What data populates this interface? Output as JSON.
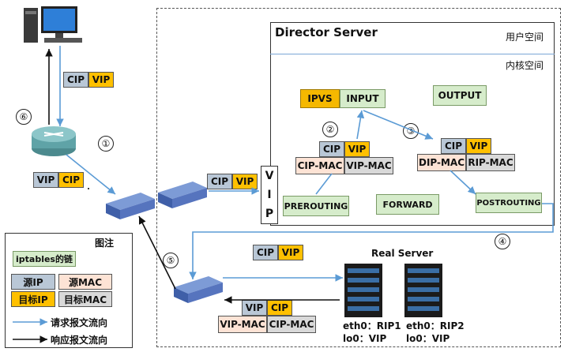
{
  "director": {
    "title": "Director Server",
    "user_space": "用户空间",
    "kernel_space": "内核空间"
  },
  "chains": {
    "ipvs": "IPVS",
    "input": "INPUT",
    "output": "OUTPUT",
    "prerouting": "PREROUTING",
    "forward": "FORWARD",
    "postrouting": "POSTROUTING"
  },
  "packets": {
    "client_reply": {
      "a": "CIP",
      "b": "VIP"
    },
    "router_request": {
      "a": "VIP",
      "b": "CIP"
    },
    "to_vip": {
      "a": "CIP",
      "b": "VIP"
    },
    "step2_ip": {
      "a": "CIP",
      "b": "VIP"
    },
    "step2_mac": {
      "a": "CIP-MAC",
      "b": "VIP-MAC"
    },
    "step3_ip": {
      "a": "CIP",
      "b": "VIP"
    },
    "step3_mac": {
      "a": "DIP-MAC",
      "b": "RIP-MAC"
    },
    "to_rs": {
      "a": "CIP",
      "b": "VIP"
    },
    "rs_reply_ip": {
      "a": "VIP",
      "b": "CIP"
    },
    "rs_reply_mac": {
      "a": "VIP-MAC",
      "b": "CIP-MAC"
    }
  },
  "vip_label": [
    "V",
    "I",
    "P"
  ],
  "steps": [
    "①",
    "②",
    "③",
    "④",
    "⑤",
    "⑥"
  ],
  "real_server": {
    "title": "Real Server",
    "rs1": {
      "eth": "eth0：RIP1",
      "lo": "lo0：VIP"
    },
    "rs2": {
      "eth": "eth0：RIP2",
      "lo": "lo0：VIP"
    }
  },
  "legend": {
    "title": "图注",
    "chain": "iptables的链",
    "src_ip": "源IP",
    "src_mac": "源MAC",
    "dst_ip": "目标IP",
    "dst_mac": "目标MAC",
    "request": "请求报文流向",
    "response": "响应报文流向"
  },
  "colors": {
    "request_arrow": "#5b9bd5",
    "response_arrow": "#111111",
    "cip": "#b9c7d6",
    "vip": "#ffc000",
    "mac": "#fde3d5",
    "chain": "#d6eccb"
  }
}
